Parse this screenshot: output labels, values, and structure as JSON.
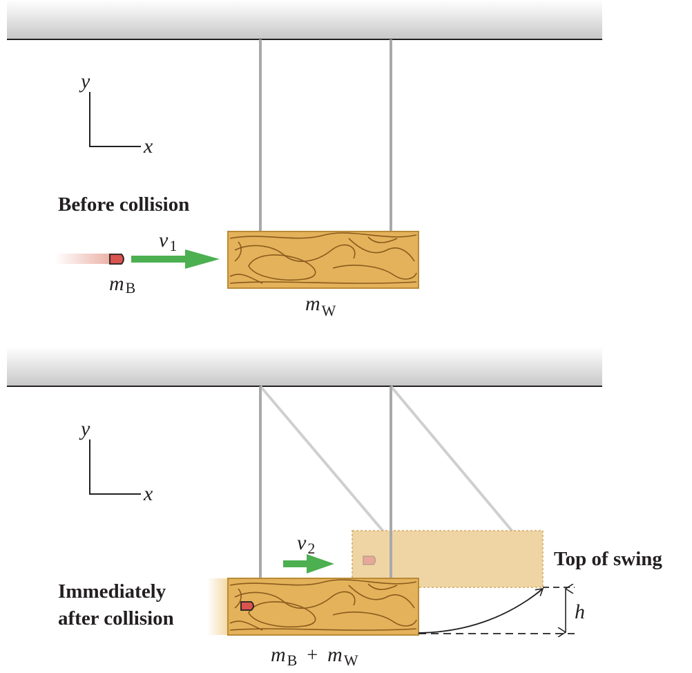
{
  "before": {
    "caption": "Before collision",
    "axis_y": "y",
    "axis_x": "x",
    "velocity": {
      "symbol": "v",
      "subscript": "1"
    },
    "bullet_mass": {
      "symbol": "m",
      "subscript": "B"
    },
    "block_mass": {
      "symbol": "m",
      "subscript": "W"
    }
  },
  "after": {
    "caption_line1": "Immediately",
    "caption_line2": "after collision",
    "axis_y": "y",
    "axis_x": "x",
    "velocity": {
      "symbol": "v",
      "subscript": "2"
    },
    "combined_mass": {
      "symbol1": "m",
      "sub1": "B",
      "plus": "+",
      "symbol2": "m",
      "sub2": "W"
    },
    "top_label": "Top of swing",
    "height_symbol": "h"
  },
  "colors": {
    "ceiling": "#d9d9d9",
    "rope": "#a7a9ac",
    "rope_light": "#cfcfcf",
    "wood": "#e3b25a",
    "wood_ghost": "#efd5a4",
    "wood_border": "#b98a35",
    "arrow": "#4caf50",
    "bullet": "#d9534f"
  }
}
